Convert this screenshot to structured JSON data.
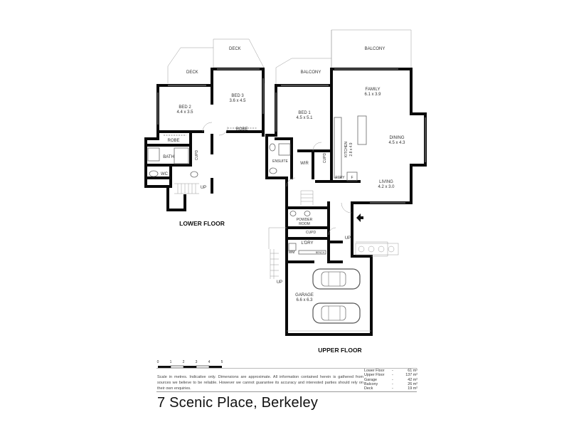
{
  "lower_floor": {
    "title": "LOWER FLOOR",
    "rooms": {
      "deck_left": "DECK",
      "deck_top": "DECK",
      "bed2_name": "BED 2",
      "bed2_size": "4.4 x 3.5",
      "bed3_name": "BED 3",
      "bed3_size": "3.6 x 4.5",
      "robe1": "ROBE",
      "robe2": "ROBE",
      "cupd": "CUPD",
      "bath": "BATH",
      "wc": "WC",
      "up": "UP"
    }
  },
  "upper_floor": {
    "title": "UPPER FLOOR",
    "rooms": {
      "balcony_top": "BALCONY",
      "balcony_left": "BALCONY",
      "family_name": "FAMILY",
      "family_size": "6.1 x 3.9",
      "bed1_name": "BED 1",
      "bed1_size": "4.5 x 5.1",
      "kitchen": "KITCHEN",
      "kitchen_size": "2.8 x 4.9",
      "dining_name": "DINING",
      "dining_size": "4.5 x 4.3",
      "living_name": "LIVING",
      "living_size": "4.2 x 3.0",
      "ensuite": "ENSUITE",
      "wir": "WIR",
      "cupd": "CUPD",
      "ptry": "PTRY",
      "f": "F",
      "powder1": "POWDER",
      "powder2": "ROOM",
      "cupd2": "CUPD",
      "ldry": "L'DRY",
      "wm": "WM",
      "bench": "BENCH",
      "up1": "UP",
      "up2": "UP",
      "garage_name": "GARAGE",
      "garage_size": "6.6 x 6.3"
    }
  },
  "scale": {
    "ticks": [
      "0",
      "1",
      "2",
      "3",
      "4",
      "5"
    ]
  },
  "note": "Scale in metres. Indicative only. Dimensions are approximate. All information contained herein is gathered from sources we believe to be reliable. However we cannot guarantee its accuracy and interested parties should rely on their own enquiries.",
  "areas": [
    {
      "name": "Lower Floor",
      "value": "61 m²"
    },
    {
      "name": "Upper Floor",
      "value": "137 m²"
    },
    {
      "name": "Garage",
      "value": "42 m²"
    },
    {
      "name": "Balcony",
      "value": "26 m²"
    },
    {
      "name": "Deck",
      "value": "19 m²"
    }
  ],
  "area_dash": "-",
  "address": "7 Scenic Place, Berkeley"
}
